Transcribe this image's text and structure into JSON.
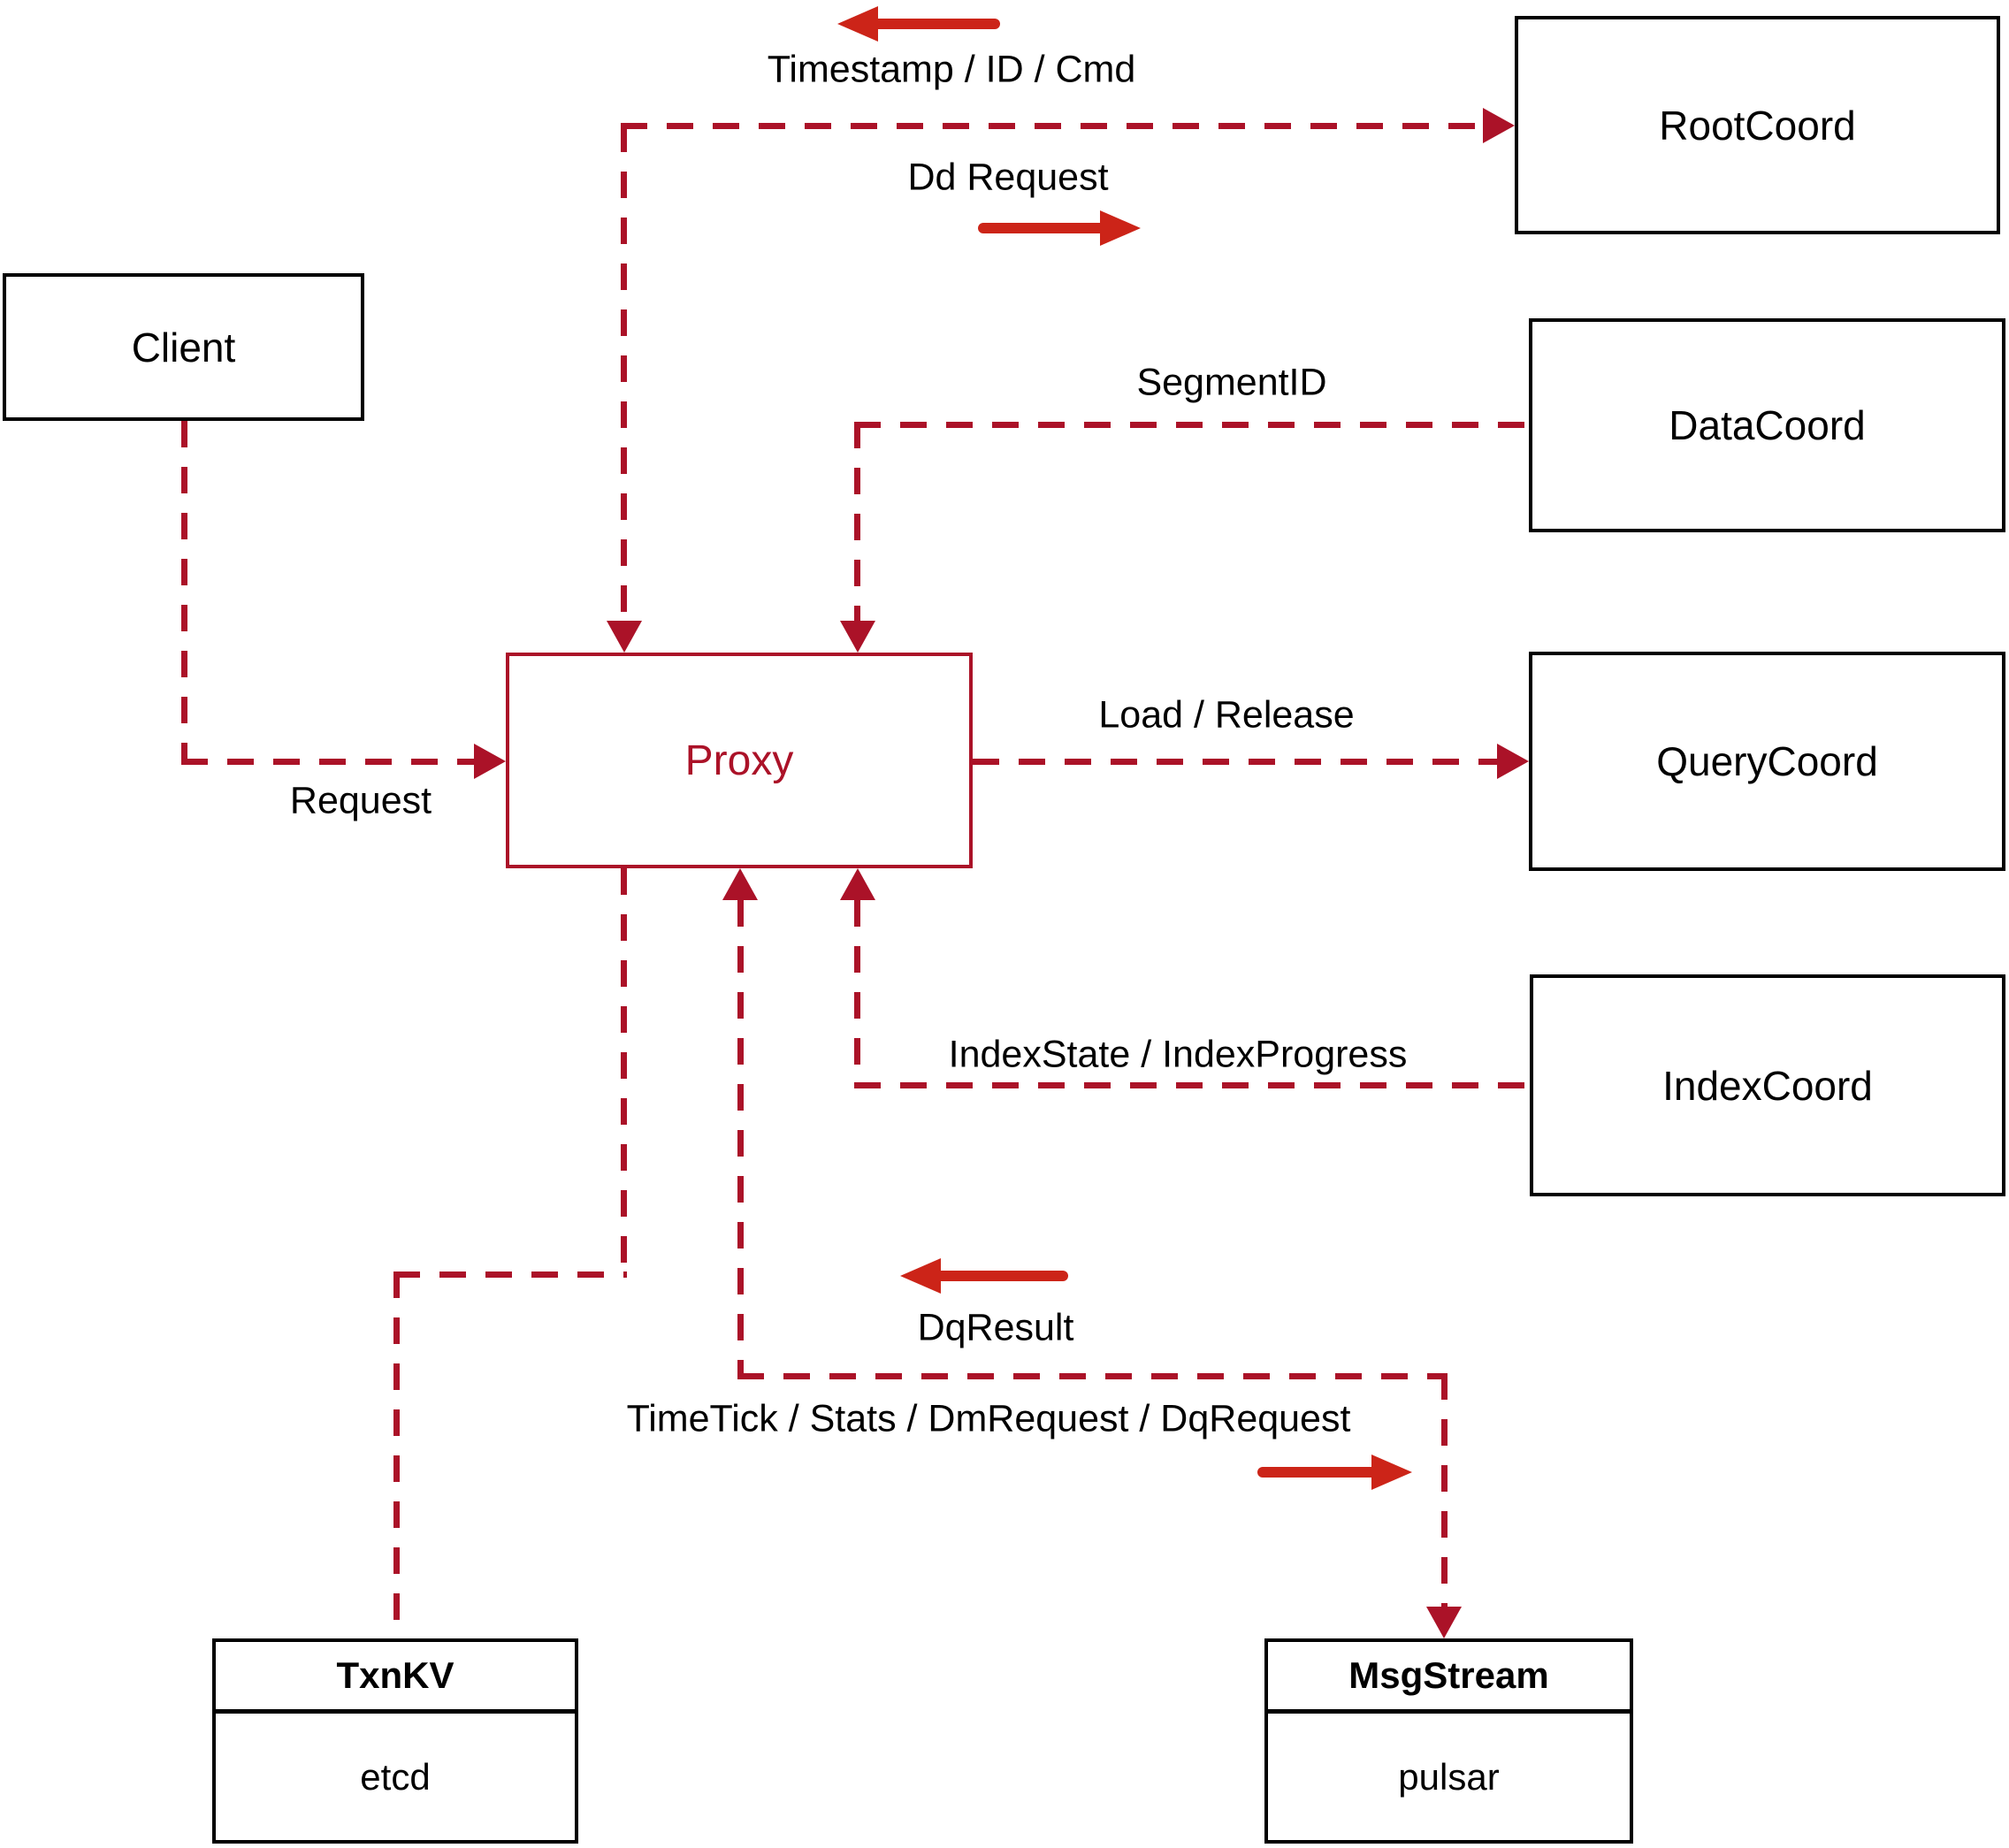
{
  "diagram": {
    "type": "architecture-flow-diagram",
    "nodes": {
      "client": {
        "label": "Client"
      },
      "proxy": {
        "label": "Proxy"
      },
      "root_coord": {
        "label": "RootCoord"
      },
      "data_coord": {
        "label": "DataCoord"
      },
      "query_coord": {
        "label": "QueryCoord"
      },
      "index_coord": {
        "label": "IndexCoord"
      },
      "txn_kv": {
        "header": "TxnKV",
        "body": "etcd"
      },
      "msg_stream": {
        "header": "MsgStream",
        "body": "pulsar"
      }
    },
    "edge_labels": {
      "request": "Request",
      "timestamp_id_cmd": "Timestamp / ID / Cmd",
      "dd_request": "Dd Request",
      "segment_id": "SegmentID",
      "load_release": "Load / Release",
      "index_state_progress": "IndexState / IndexProgress",
      "dq_result": "DqResult",
      "timetick_stats": "TimeTick / Stats / DmRequest / DqRequest"
    },
    "colors": {
      "dashed_line": "#AB1228",
      "solid_arrow": "#CC2418",
      "node_border": "#000000",
      "label_text": "#000000",
      "proxy_accent": "#AB1228",
      "background": "#FFFFFF"
    }
  }
}
